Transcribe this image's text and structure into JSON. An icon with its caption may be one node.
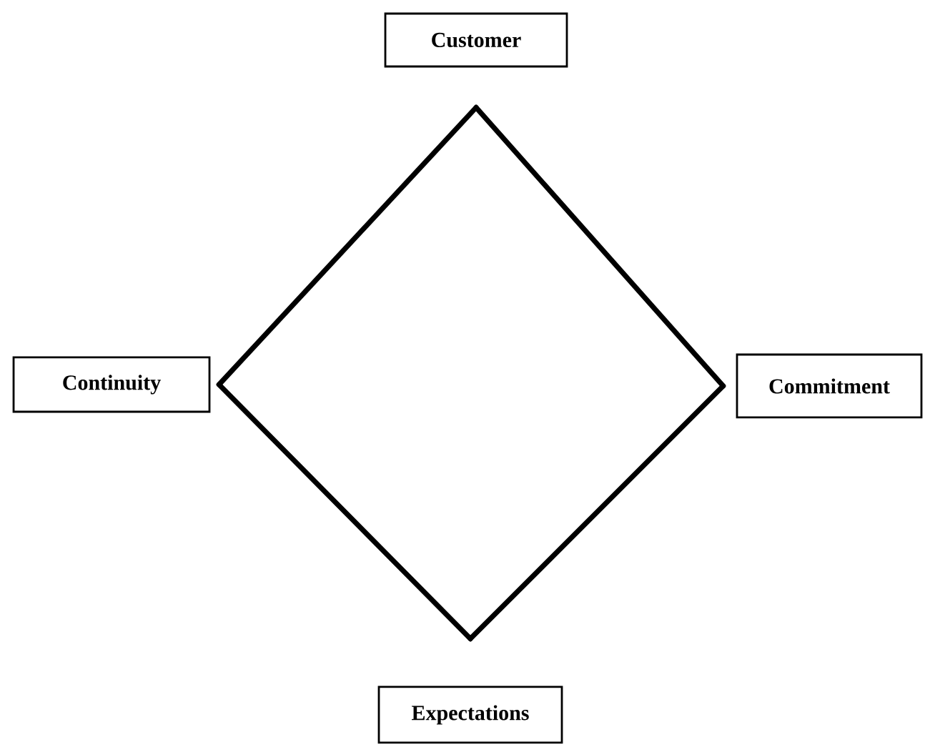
{
  "diagram": {
    "nodes": [
      {
        "text": [
          "Customer"
        ]
      },
      {
        "text": [
          "Continuity"
        ]
      },
      {
        "text": [
          "Commitment"
        ]
      },
      {
        "text": [
          "Expectations"
        ]
      }
    ],
    "edges": [
      {
        "from": 0,
        "to": 2,
        "arrow": "none"
      },
      {
        "from": 2,
        "to": 3,
        "arrow": "none"
      },
      {
        "from": 3,
        "to": 1,
        "arrow": "none"
      },
      {
        "from": 1,
        "to": 0,
        "arrow": "none"
      }
    ]
  }
}
